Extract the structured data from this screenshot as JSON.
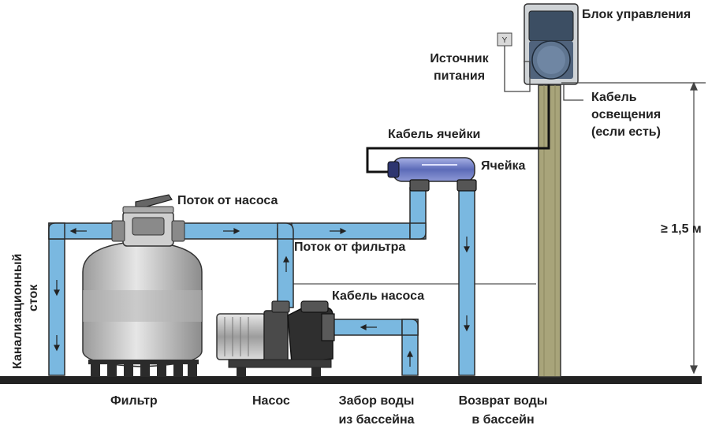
{
  "labels": {
    "control_unit": "Блок управления",
    "power_source_1": "Источник",
    "power_source_2": "питания",
    "lighting_cable_1": "Кабель",
    "lighting_cable_2": "освещения",
    "lighting_cable_3": "(если есть)",
    "cell_cable": "Кабель ячейки",
    "cell": "Ячейка",
    "flow_from_pump": "Поток от насоса",
    "flow_from_filter": "Поток от фильтра",
    "pump_cable": "Кабель насоса",
    "drain_1": "Канализационный",
    "drain_2": "сток",
    "height": "≥ 1,5 м",
    "filter": "Фильтр",
    "pump": "Насос",
    "intake_1": "Забор воды",
    "intake_2": "из бассейна",
    "return_1": "Возврат воды",
    "return_2": "в бассейн"
  },
  "colors": {
    "pipe": "#7ab8e0",
    "pipe_stroke": "#2a2a2a",
    "post": "#a8a47a",
    "cell": "#6f7ec4",
    "ground": "#222222",
    "tank_light": "#d9d9d9",
    "tank_band": "#b9b9b9"
  }
}
